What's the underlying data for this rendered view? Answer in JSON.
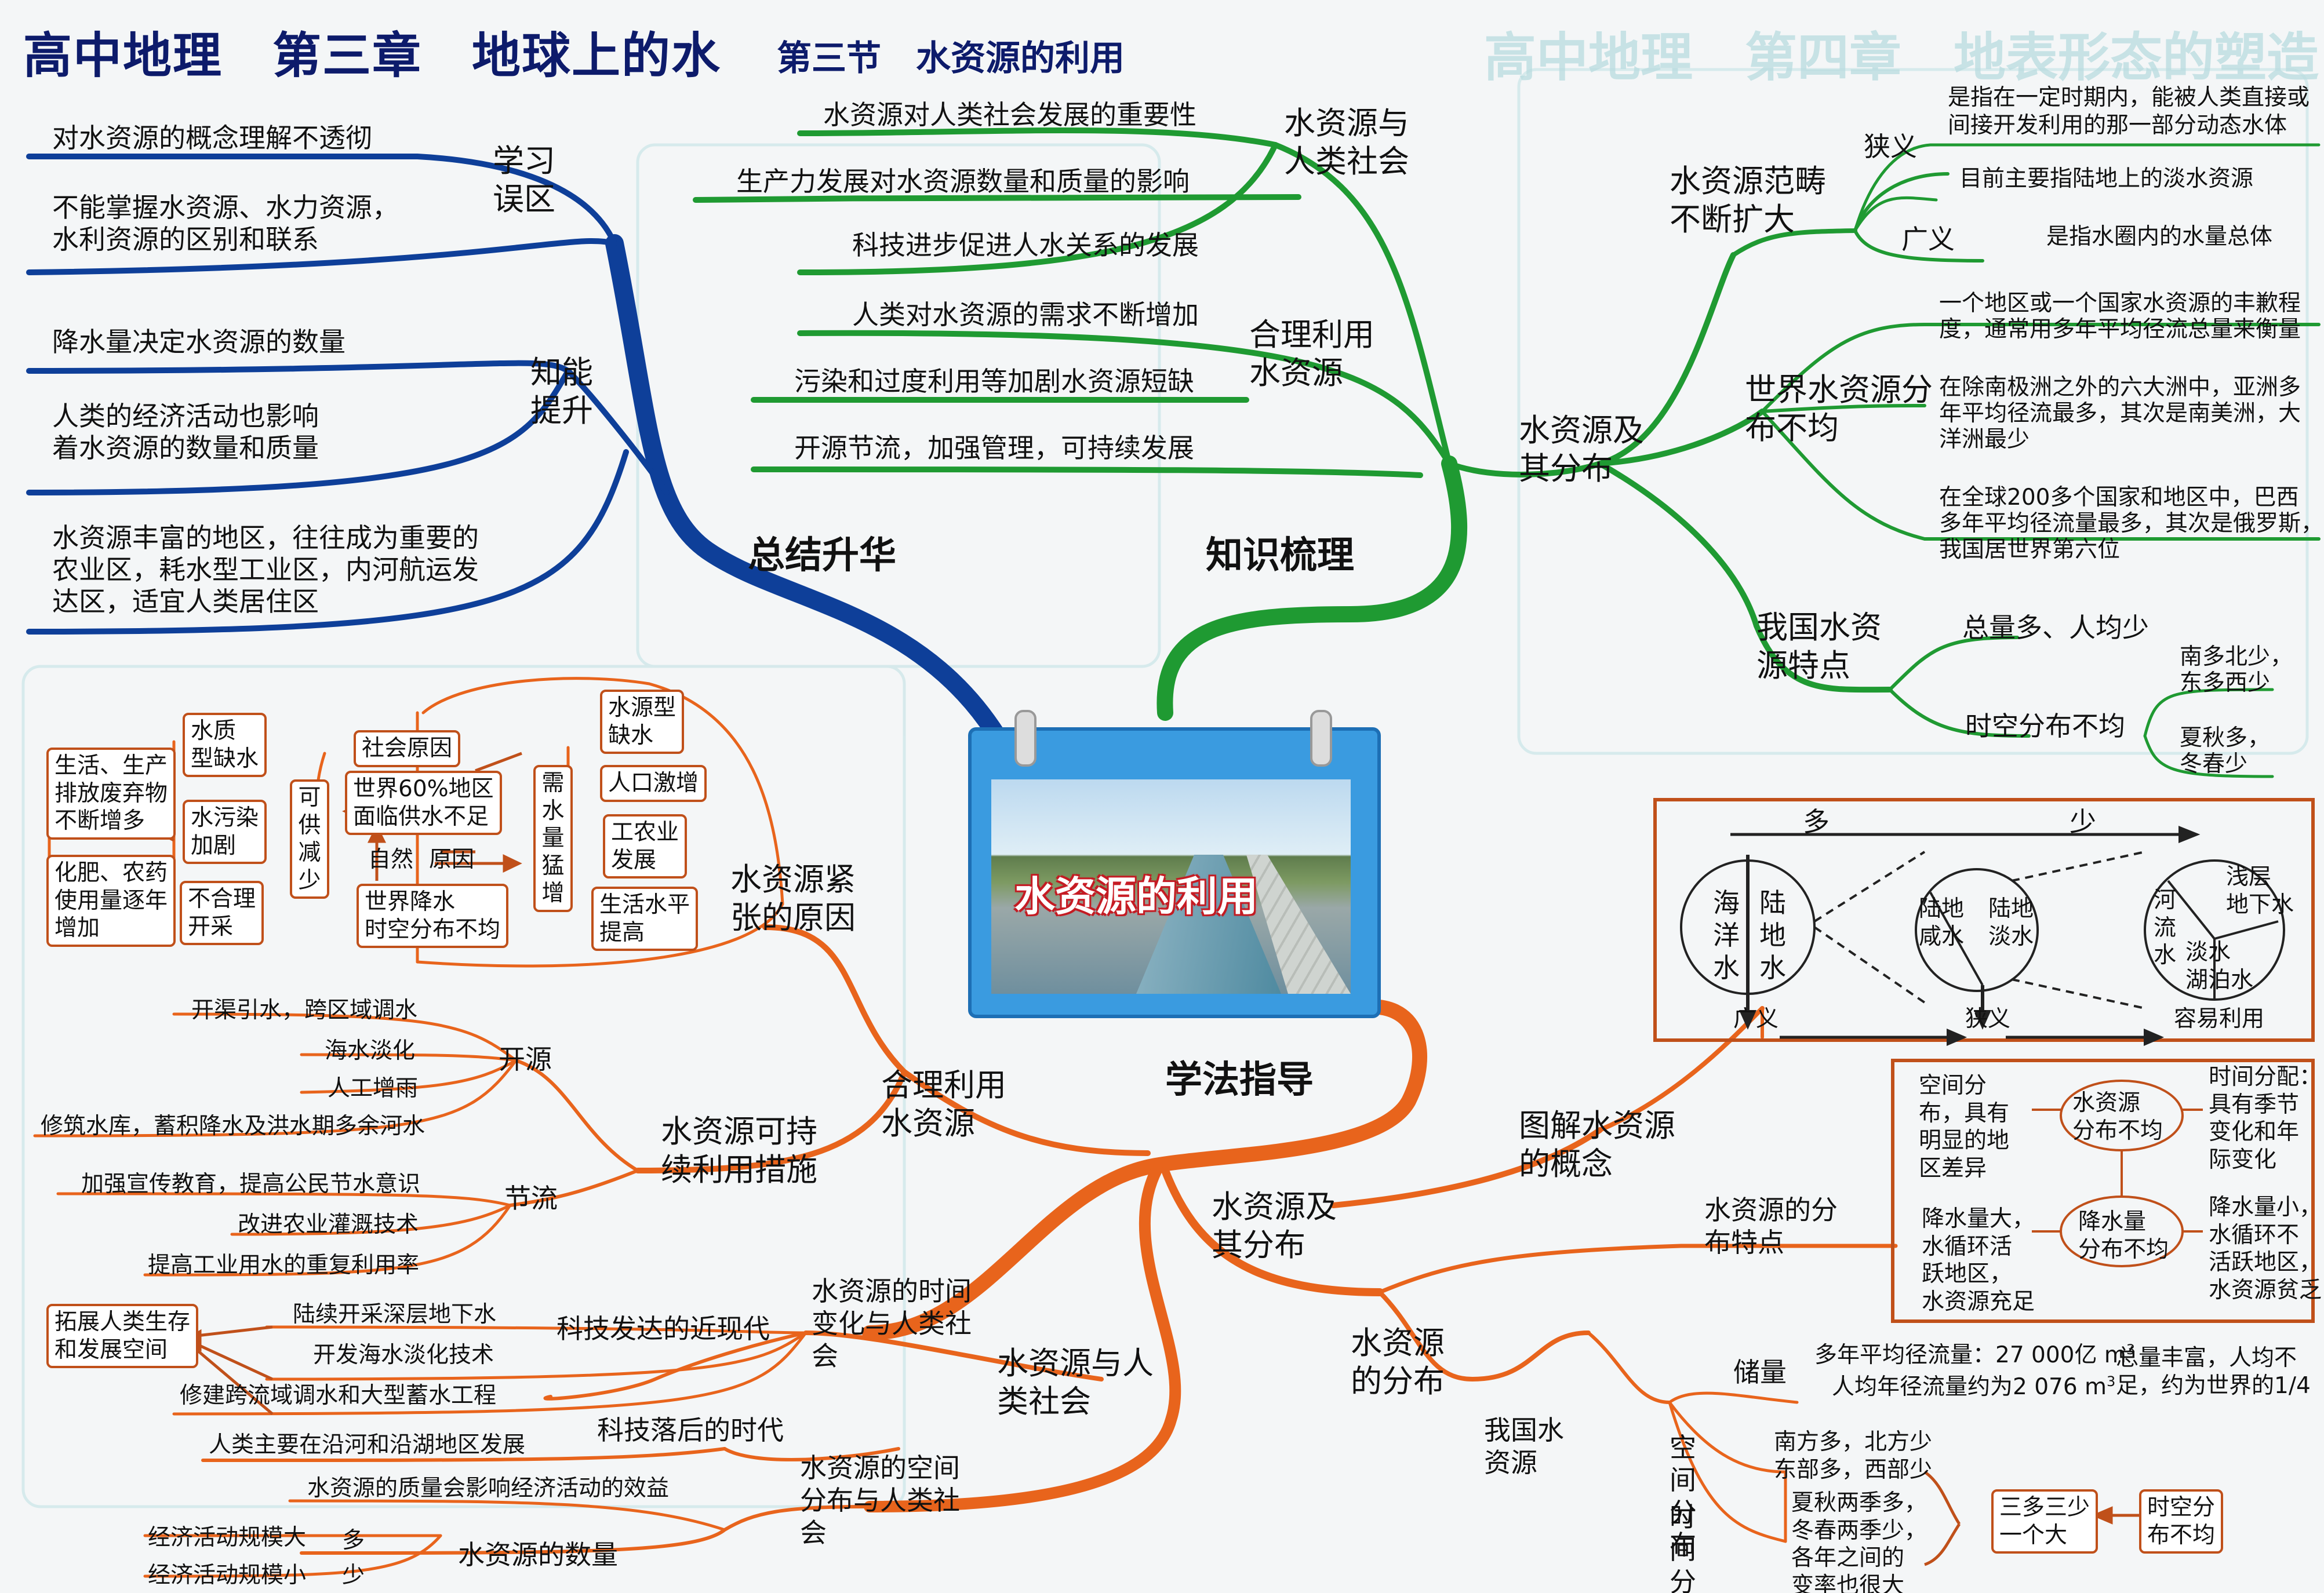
{
  "header": {
    "title_main": "高中地理　第三章　地球上的水",
    "title_section": "第三节　水资源的利用",
    "faint_next": "高中地理　第四章　地表形态的塑造　第一节"
  },
  "center": {
    "label": "水资源的利用"
  },
  "colors": {
    "summary": "#0e3f99",
    "knowledge": "#1f9a32",
    "method": "#e8641c",
    "frame": "#c0501a"
  },
  "branches": {
    "summary": {
      "label": "总结升华",
      "misunderstand": {
        "label": "学习误区",
        "items": [
          "对水资源的概念理解不透彻",
          "不能掌握水资源、水力资源，",
          "水利资源的区别和联系"
        ]
      },
      "ability": {
        "label": "知能提升",
        "items": [
          "降水量决定水资源的数量",
          "人类的经济活动也影响",
          "着水资源的数量和质量",
          "水资源丰富的地区，往往成为重要的",
          "农业区，耗水型工业区，内河航运发",
          "达区，适宜人类居住区"
        ]
      }
    },
    "knowledge": {
      "label": "知识梳理",
      "society": {
        "label": "水资源与人类社会",
        "items": [
          "水资源对人类社会发展的重要性",
          "生产力发展对水资源数量和质量的影响",
          "科技进步促进人水关系的发展"
        ]
      },
      "rational": {
        "label": "合理利用水资源",
        "items": [
          "人类对水资源的需求不断增加",
          "污染和过度利用等加剧水资源短缺",
          "开源节流，加强管理，可持续发展"
        ]
      },
      "distribution": {
        "label": "水资源及其分布",
        "scope": {
          "label": "水资源范畴不断扩大",
          "narrow": "狭义",
          "narrow_def": [
            "是指在一定时期内，能被人类直接或",
            "间接开发利用的那一部分动态水体"
          ],
          "narrow_note": "目前主要指陆地上的淡水资源",
          "broad": "广义",
          "broad_def": "是指水圈内的水量总体"
        },
        "world": {
          "label": "世界水资源分布不均",
          "items": [
            "一个地区或一个国家水资源的丰歉程",
            "度，通常用多年平均径流总量来衡量",
            "在除南极洲之外的六大洲中，亚洲多",
            "年平均径流最多，其次是南美洲，大",
            "洋洲最少",
            "在全球200多个国家和地区中，巴西",
            "多年平均径流量最多，其次是俄罗斯，",
            "我国居世界第六位"
          ]
        },
        "china": {
          "label": "我国水资源特点",
          "total": "总量多、人均少",
          "spacetime": "时空分布不均",
          "space": [
            "南多北少，",
            "东多西少"
          ],
          "time": [
            "夏秋多，",
            "冬春少"
          ]
        }
      }
    },
    "method": {
      "label": "学法指导",
      "concept": {
        "label": "图解水资源的概念",
        "more": "多",
        "less": "少",
        "ocean": [
          "海",
          "洋",
          "水"
        ],
        "land": [
          "陆",
          "地",
          "水"
        ],
        "salt": [
          "陆地",
          "咸水"
        ],
        "fresh": [
          "陆地",
          "淡水"
        ],
        "river": [
          "河",
          "流",
          "水"
        ],
        "ground": [
          "浅层",
          "地下水"
        ],
        "lake": [
          "淡水",
          "湖泊水"
        ],
        "broad": "广义",
        "narrow": "狭义",
        "easy": "容易利用"
      },
      "distribution": {
        "label": "水资源及其分布",
        "features": {
          "label": "水资源的分布特点",
          "spatial": [
            "空间分",
            "布，具有",
            "明显的地",
            "区差异"
          ],
          "uneven": [
            "水资源",
            "分布不均"
          ],
          "temporal": [
            "时间分配：",
            "具有季节",
            "变化和年",
            "际变化"
          ],
          "rich": [
            "降水量大，",
            "水循环活",
            "跃地区，",
            "水资源充足"
          ],
          "rain_uneven": [
            "降水量",
            "分布不均"
          ],
          "poor": [
            "降水量小，",
            "水循环不",
            "活跃地区，",
            "水资源贫乏"
          ]
        },
        "water_dist": {
          "label": "水资源的分布",
          "china": "我国水资源",
          "storage": "储量",
          "runoff1": "多年平均径流量：27 000亿 m",
          "runoff2": "人均年径流量约为2 076 m",
          "cube": "3",
          "storage_note": [
            "总量丰富，人均不",
            "足，约为世界的1/4"
          ],
          "space": "空间分布",
          "time": "时间分配",
          "space_desc": [
            "南方多，北方少",
            "东部多，西部少"
          ],
          "time_desc": [
            "夏秋两季多，",
            "冬春两季少，",
            "各年之间的",
            "变率也很大"
          ],
          "three": [
            "三多三少",
            "一个大"
          ],
          "uneven": [
            "时空分",
            "布不均"
          ]
        }
      }
    },
    "rational_use": {
      "label": "合理利用水资源",
      "shortage": {
        "label": "水资源紧张的原因",
        "social": "社会原因",
        "nature": "自然",
        "reason": "原因",
        "world60": [
          "世界60%地区",
          "面临供水不足"
        ],
        "rain": [
          "世界降水",
          "时空分布不均"
        ],
        "demand": [
          "需",
          "水",
          "量",
          "猛",
          "增"
        ],
        "supply": [
          "可",
          "供",
          "减",
          "少"
        ],
        "lack": [
          "水源型",
          "缺水"
        ],
        "population": "人口激增",
        "industry": [
          "工农业",
          "发展"
        ],
        "living": [
          "生活水平",
          "提高"
        ],
        "quality": [
          "水质",
          "型缺水"
        ],
        "pollution": [
          "水污染",
          "加剧"
        ],
        "unreasonable": [
          "不合理",
          "开采"
        ],
        "waste": [
          "生活、生产",
          "排放废弃物",
          "不断增多"
        ],
        "fert": [
          "化肥、农药",
          "使用量逐年",
          "增加"
        ]
      },
      "sustainable": {
        "label": "水资源可持续利用措施",
        "open": "开源",
        "open_items": [
          "开渠引水，跨区域调水",
          "海水淡化",
          "人工增雨",
          "修筑水库，蓄积降水及洪水期多余河水"
        ],
        "save": "节流",
        "save_items": [
          "加强宣传教育，提高公民节水意识",
          "改进农业灌溉技术",
          "提高工业用水的重复利用率"
        ]
      }
    },
    "society2": {
      "label": "水资源与人类社会",
      "time": {
        "label": "水资源的时间变化与人类社会",
        "modern": "科技发达的近现代",
        "modern_items": [
          "陆续开采深层地下水",
          "开发海水淡化技术",
          "修建跨流域调水和大型蓄水工程"
        ],
        "expand": [
          "拓展人类生存",
          "和发展空间"
        ],
        "ancient": "科技落后的时代",
        "ancient_item": "人类主要在沿河和沿湖地区发展"
      },
      "space": {
        "label": "水资源的空间分布与人类社会",
        "quality_item": "水资源的质量会影响经济活动的效益",
        "quantity": "水资源的数量",
        "big": "经济活动规模大",
        "small": "经济活动规模小",
        "more": "多",
        "less": "少"
      }
    }
  }
}
